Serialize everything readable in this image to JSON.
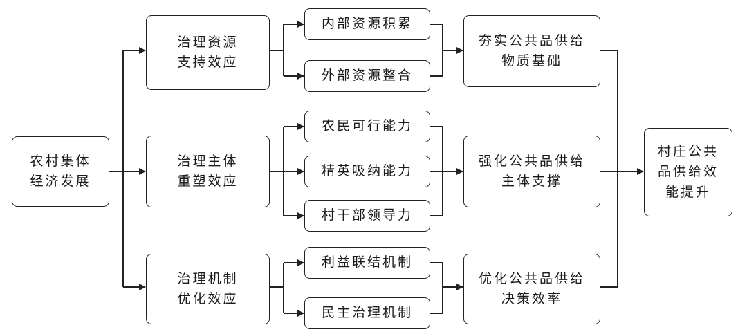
{
  "diagram": {
    "title": "",
    "nodes": {
      "root": "农村集体\n经济发展",
      "mid1": "治理资源\n支持效应",
      "mid2": "治理主体\n重塑效应",
      "mid3": "治理机制\n优化效应",
      "leaf1": "内部资源积累",
      "leaf2": "外部资源整合",
      "leaf3": "农民可行能力",
      "leaf4": "精英吸纳能力",
      "leaf5": "村干部领导力",
      "leaf6": "利益联结机制",
      "leaf7": "民主治理机制",
      "out1": "夯实公共品供给\n物质基础",
      "out2": "强化公共品供给\n主体支撑",
      "out3": "优化公共品供给\n决策效率",
      "final": "村庄公共\n品供给效\n能提升"
    },
    "edges": [
      [
        "root",
        "mid1"
      ],
      [
        "root",
        "mid2"
      ],
      [
        "root",
        "mid3"
      ],
      [
        "mid1",
        "leaf1"
      ],
      [
        "mid1",
        "leaf2"
      ],
      [
        "mid2",
        "leaf3"
      ],
      [
        "mid2",
        "leaf4"
      ],
      [
        "mid2",
        "leaf5"
      ],
      [
        "mid3",
        "leaf6"
      ],
      [
        "mid3",
        "leaf7"
      ],
      [
        "leaf1",
        "out1"
      ],
      [
        "leaf2",
        "out1"
      ],
      [
        "leaf3",
        "out2"
      ],
      [
        "leaf4",
        "out2"
      ],
      [
        "leaf5",
        "out2"
      ],
      [
        "leaf6",
        "out3"
      ],
      [
        "leaf7",
        "out3"
      ],
      [
        "out1",
        "final"
      ],
      [
        "out2",
        "final"
      ],
      [
        "out3",
        "final"
      ]
    ]
  },
  "colors": {
    "stroke": "#222222",
    "text": "#1a1a1a",
    "background": "#ffffff"
  }
}
